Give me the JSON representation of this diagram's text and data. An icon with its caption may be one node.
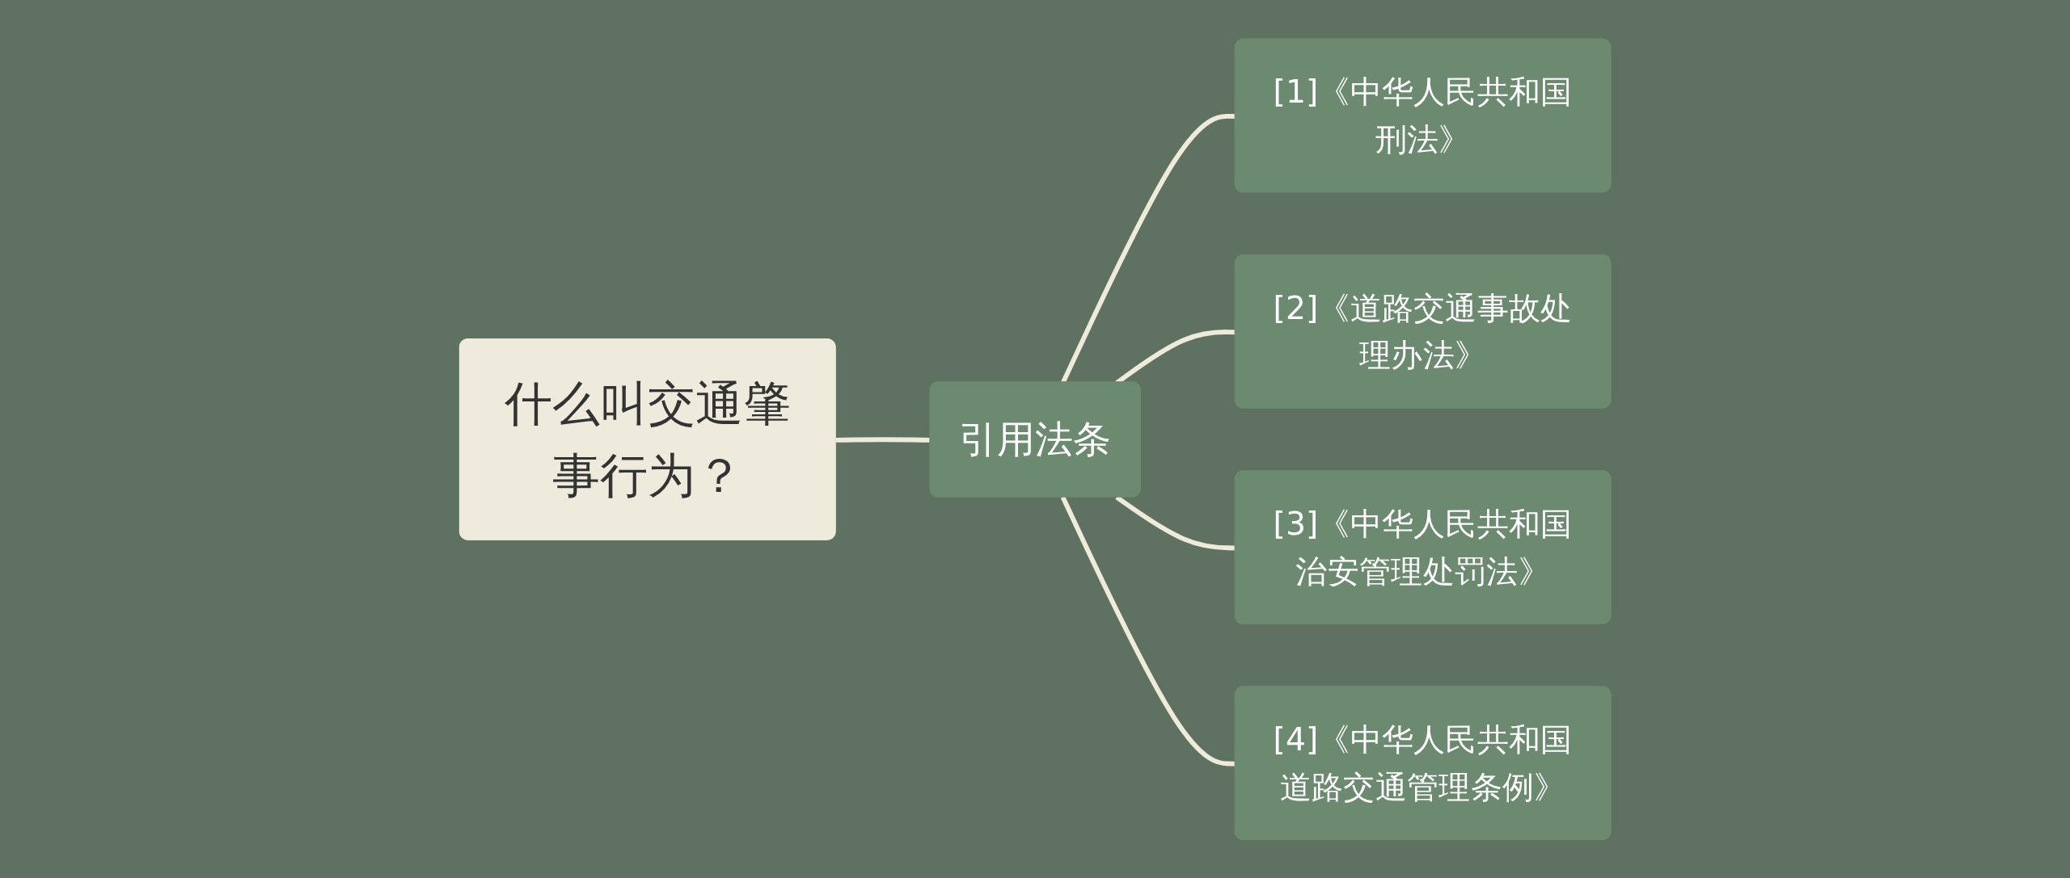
{
  "diagram": {
    "nodes": [
      {
        "text": [
          "什么叫交通肇事行为？"
        ]
      },
      {
        "text": [
          "引用法条"
        ]
      },
      {
        "text": [
          "[1]《中华人民共和国刑法》"
        ]
      },
      {
        "text": [
          "[2]《道路交通事故处理办法》"
        ]
      },
      {
        "text": [
          "[3]《中华人民共和国治安管理处罚法》"
        ]
      },
      {
        "text": [
          "[4]《中华人民共和国道路交通管理条例》"
        ]
      }
    ],
    "edges": [
      {
        "from": 0,
        "to": 1,
        "arrow": "none"
      },
      {
        "from": 1,
        "to": 2,
        "arrow": "none"
      },
      {
        "from": 1,
        "to": 3,
        "arrow": "none"
      },
      {
        "from": 1,
        "to": 4,
        "arrow": "none"
      },
      {
        "from": 1,
        "to": 5,
        "arrow": "none"
      }
    ]
  }
}
